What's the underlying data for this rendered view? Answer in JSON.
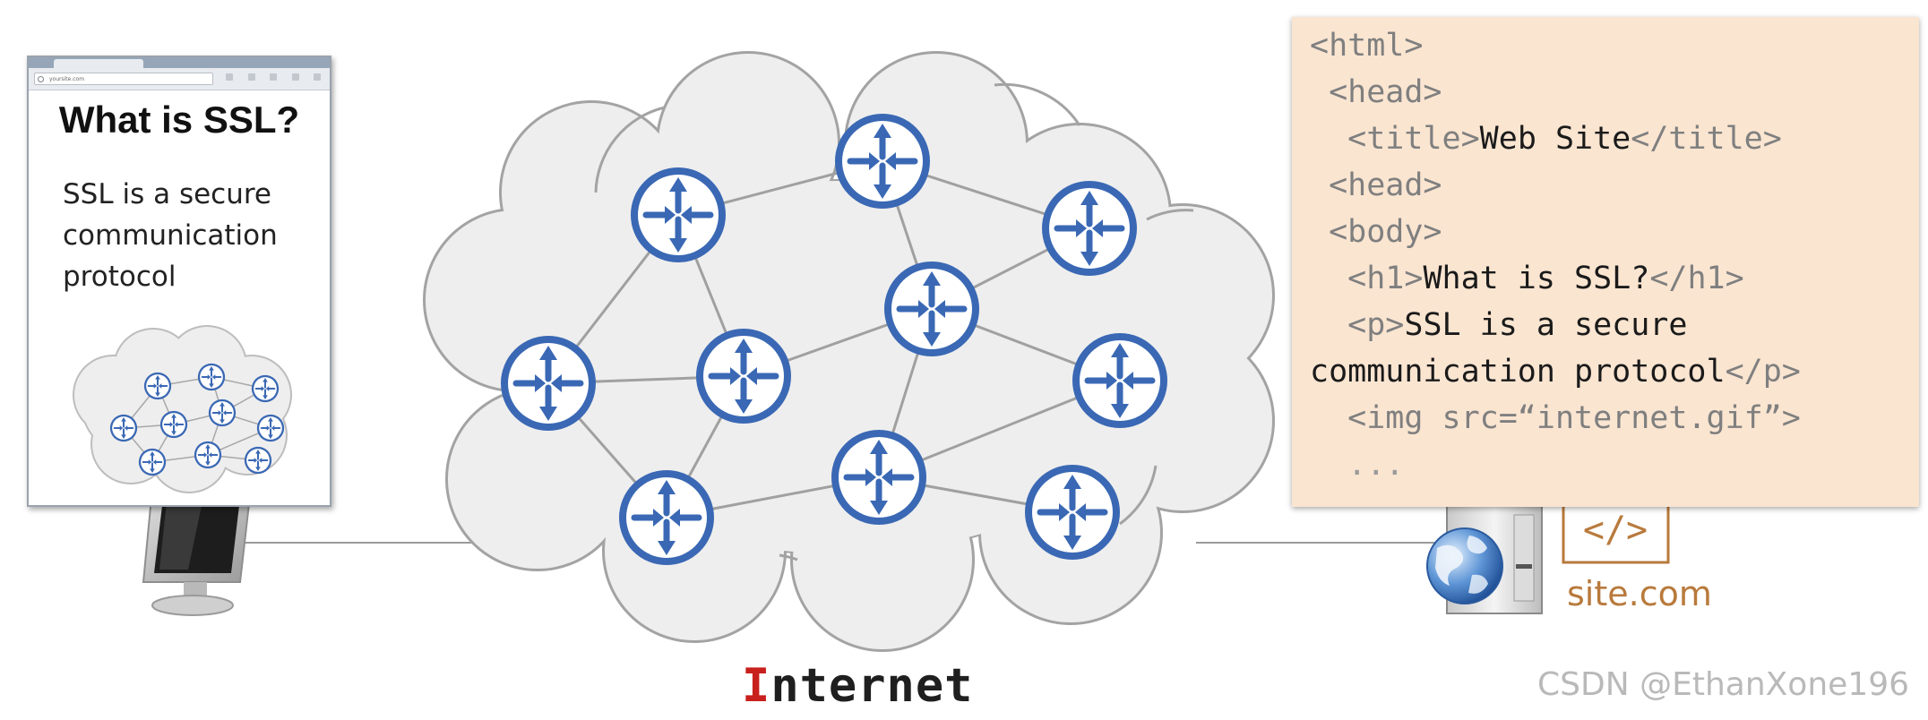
{
  "browser": {
    "url": "yoursite.com",
    "heading": "What is SSL?",
    "paragraph_lines": [
      "SSL is a secure",
      "communication",
      "protocol"
    ]
  },
  "code_panel": {
    "lines": [
      {
        "indent": "",
        "tag_open": "<html>",
        "content": "",
        "tag_close": ""
      },
      {
        "indent": " ",
        "tag_open": "<head>",
        "content": "",
        "tag_close": ""
      },
      {
        "indent": "  ",
        "tag_open": "<title>",
        "content": "Web Site",
        "tag_close": "</title>"
      },
      {
        "indent": " ",
        "tag_open": "<head>",
        "content": "",
        "tag_close": ""
      },
      {
        "indent": " ",
        "tag_open": "<body>",
        "content": "",
        "tag_close": ""
      },
      {
        "indent": "  ",
        "tag_open": "<h1>",
        "content": "What is SSL?",
        "tag_close": "</h1>"
      },
      {
        "indent": "  ",
        "tag_open": "<p>",
        "content": "SSL is a secure",
        "tag_close": ""
      },
      {
        "indent": "",
        "tag_open": "",
        "content": "communication protocol",
        "tag_close": "</p>"
      },
      {
        "indent": "  ",
        "tag_open": "<img src=“internet.gif”>",
        "content": "",
        "tag_close": ""
      },
      {
        "indent": "  ",
        "tag_open": "...",
        "content": "",
        "tag_close": ""
      }
    ]
  },
  "server": {
    "code_icon": "</>",
    "site_label": "site.com"
  },
  "internet": {
    "label_first": "I",
    "label_rest": "nternet"
  },
  "watermark": "CSDN @EthanXone196",
  "colors": {
    "router": "#3a68b4",
    "cloud_fill": "#eeeeee",
    "cloud_stroke": "#a3a3a3",
    "code_bg": "#fae5d1",
    "site_accent": "#b87a3c",
    "internet_first_letter": "#c8201c"
  },
  "icons": {
    "router": "router-icon",
    "monitor": "monitor-icon",
    "server": "server-icon",
    "globe": "globe-icon",
    "code": "code-tag-icon"
  }
}
